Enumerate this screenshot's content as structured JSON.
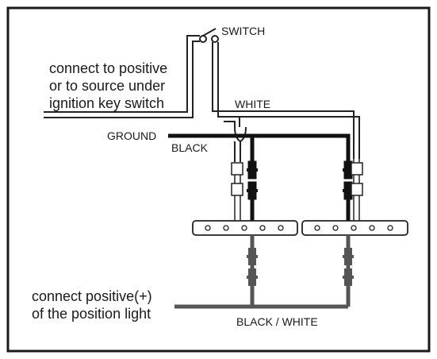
{
  "labels": {
    "switch": "SWITCH",
    "positive_line1": "connect to positive",
    "positive_line2": "or to source under",
    "positive_line3": "ignition key switch",
    "white": "WHITE",
    "ground": "GROUND",
    "black": "BLACK",
    "light_line1": "connect positive(+)",
    "light_line2": "of the position light",
    "black_white": "BLACK / WHITE"
  },
  "colors": {
    "frame": "#1a1a1a",
    "black_wire": "#111111",
    "white_wire": "#ffffff",
    "white_wire_outline": "#333333",
    "black_white_wire": "#555555",
    "connector_body": "#ffffff"
  }
}
